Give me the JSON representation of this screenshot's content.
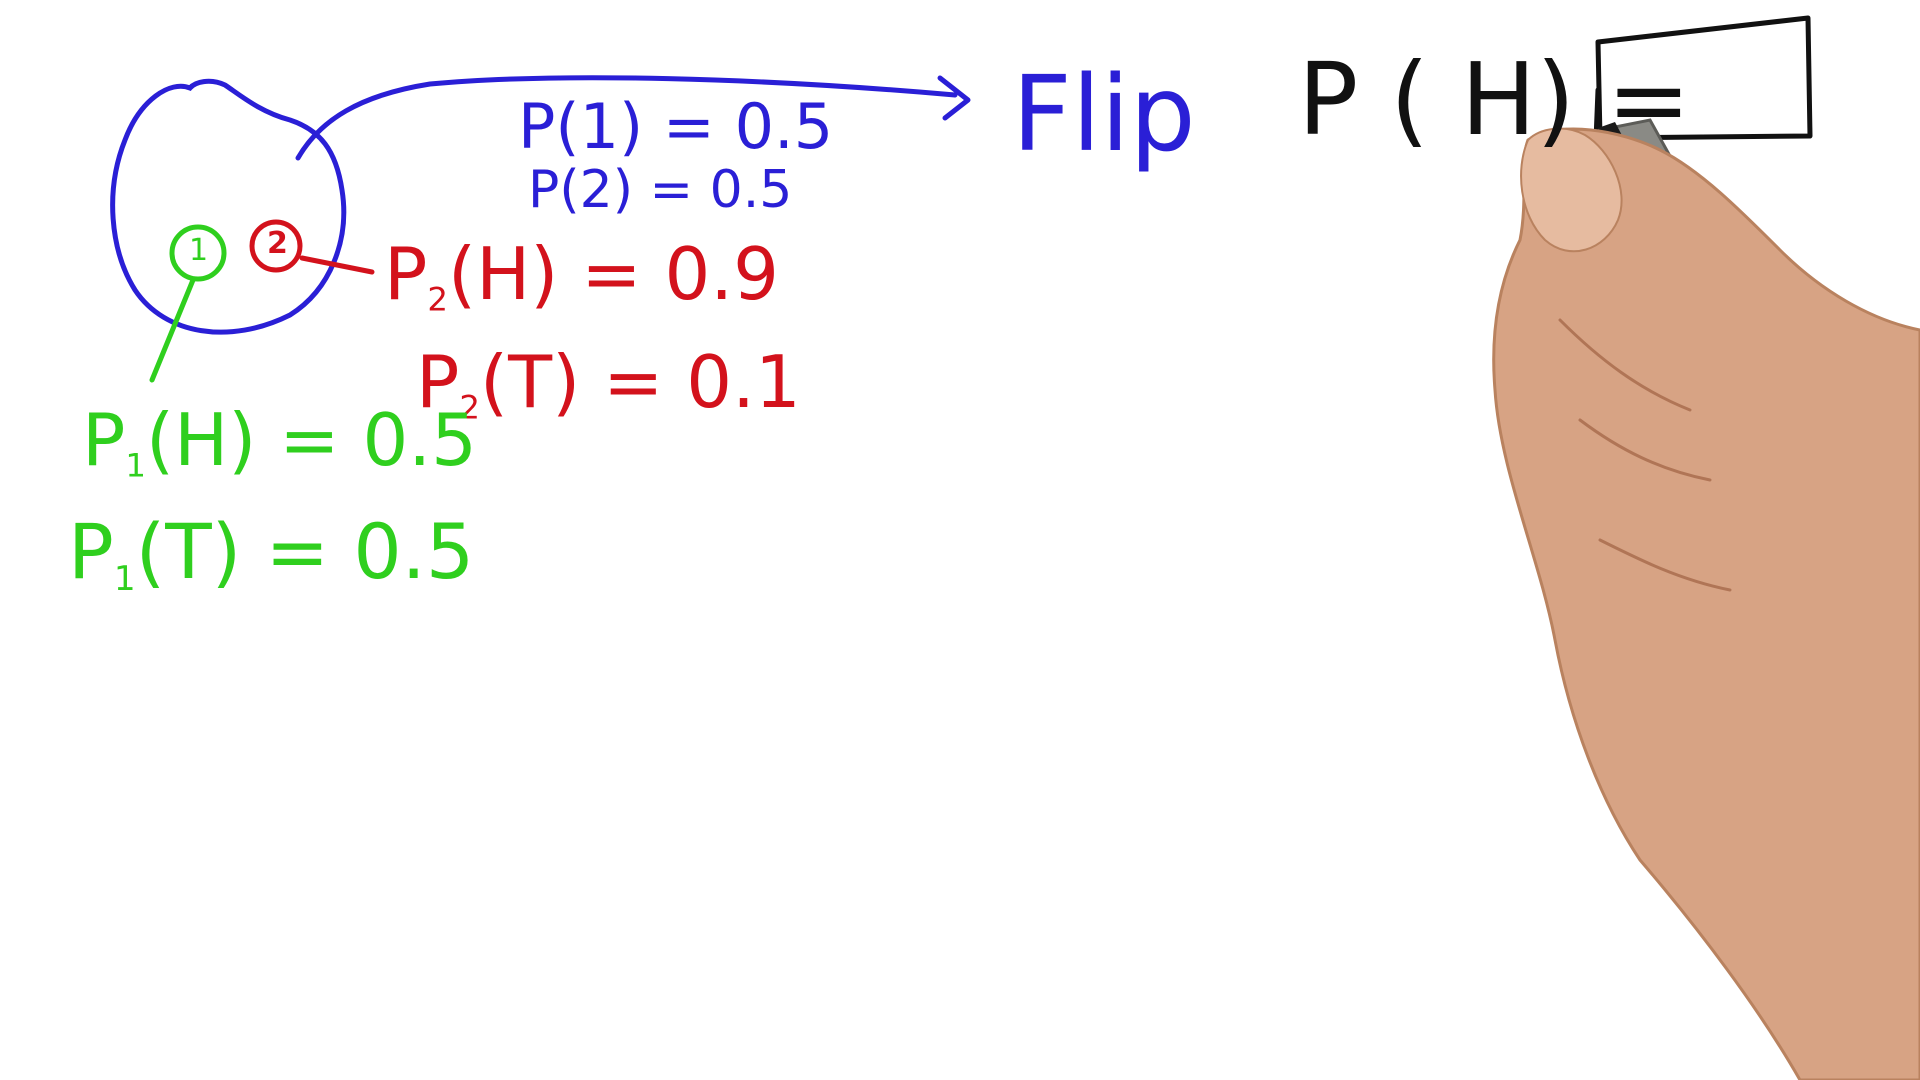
{
  "whiteboard": {
    "colors": {
      "blue": "#2a1fd6",
      "red": "#d3121c",
      "green": "#2fcf1e",
      "black": "#111111",
      "background": "#ffffff"
    },
    "bag": {
      "coin1_label": "1",
      "coin2_label": "2"
    },
    "blue_text": {
      "p1": "P(1) = 0.5",
      "p2": "P(2) = 0.5",
      "flip": "Flip"
    },
    "red_text": {
      "ph_prefix": "P",
      "ph_sub": "2",
      "ph_rest": "(H) = 0.9",
      "pt_prefix": "P",
      "pt_sub": "2",
      "pt_rest": "(T) = 0.1"
    },
    "green_text": {
      "ph_prefix": "P",
      "ph_sub": "1",
      "ph_rest": "(H) = 0.5",
      "pt_prefix": "P",
      "pt_sub": "1",
      "pt_rest": "(T) = 0.5"
    },
    "question": {
      "label": "P ( H) =",
      "answer": ""
    },
    "icons": {
      "hand": "hand-holding-marker",
      "arrow": "curved-arrow"
    }
  }
}
